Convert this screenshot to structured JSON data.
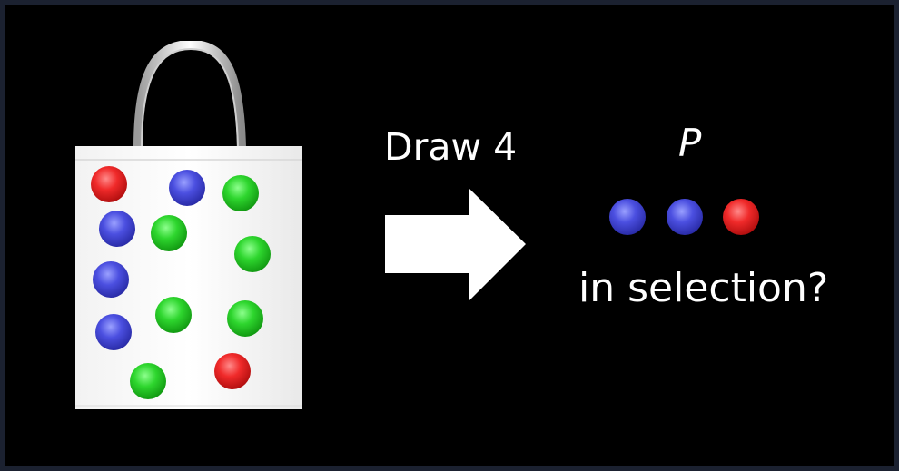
{
  "bag": {
    "balls": [
      "red",
      "blue",
      "green",
      "blue",
      "green",
      "green",
      "blue",
      "green",
      "green",
      "blue",
      "green",
      "red"
    ]
  },
  "draw_label": "Draw 4",
  "p_label": "P",
  "target_balls": [
    "blue",
    "blue",
    "red"
  ],
  "question": "in selection?",
  "colors": {
    "red": "#e52222",
    "blue": "#3a3ec8",
    "green": "#22c022",
    "background": "#000000",
    "frame": "#1b2130"
  }
}
